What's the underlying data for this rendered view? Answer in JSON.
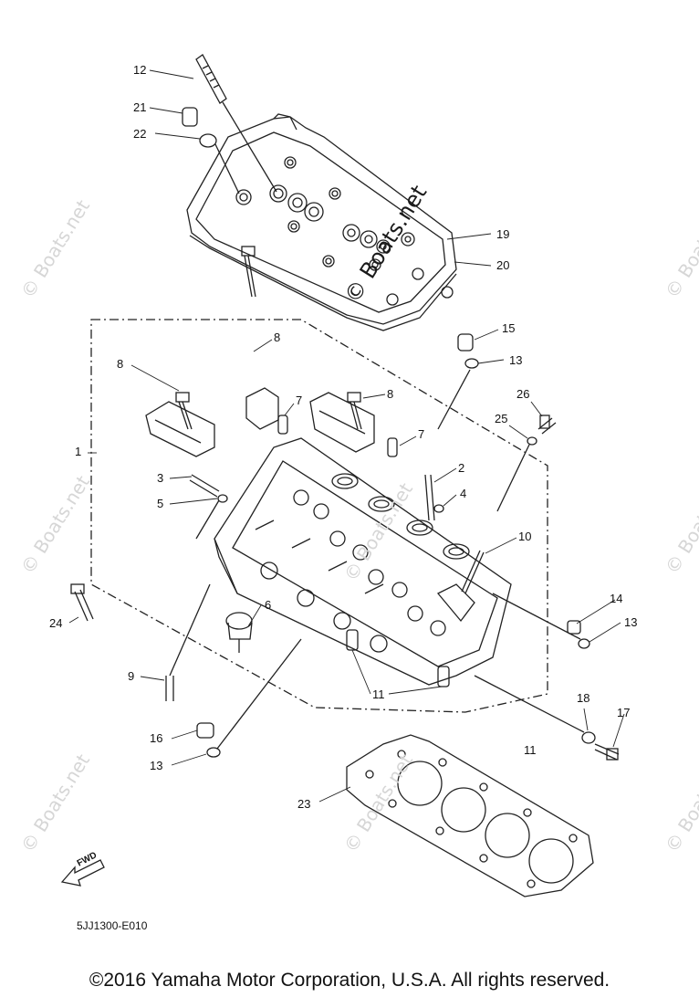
{
  "watermark": "© Boats.net",
  "center_watermark": "© Boats.net",
  "callouts": [
    {
      "id": "c12",
      "label": "12"
    },
    {
      "id": "c21",
      "label": "21"
    },
    {
      "id": "c22",
      "label": "22"
    },
    {
      "id": "c19",
      "label": "19"
    },
    {
      "id": "c20",
      "label": "20"
    },
    {
      "id": "c15",
      "label": "15"
    },
    {
      "id": "c13a",
      "label": "13"
    },
    {
      "id": "c8a",
      "label": "8"
    },
    {
      "id": "c8b",
      "label": "8"
    },
    {
      "id": "c8c",
      "label": "8"
    },
    {
      "id": "c7a",
      "label": "7"
    },
    {
      "id": "c7b",
      "label": "7"
    },
    {
      "id": "c26",
      "label": "26"
    },
    {
      "id": "c25",
      "label": "25"
    },
    {
      "id": "c1",
      "label": "1"
    },
    {
      "id": "c3",
      "label": "3"
    },
    {
      "id": "c2",
      "label": "2"
    },
    {
      "id": "c5",
      "label": "5"
    },
    {
      "id": "c4",
      "label": "4"
    },
    {
      "id": "c10",
      "label": "10"
    },
    {
      "id": "c6",
      "label": "6"
    },
    {
      "id": "c24",
      "label": "24"
    },
    {
      "id": "c14",
      "label": "14"
    },
    {
      "id": "c13b",
      "label": "13"
    },
    {
      "id": "c9",
      "label": "9"
    },
    {
      "id": "c11a",
      "label": "11"
    },
    {
      "id": "c18",
      "label": "18"
    },
    {
      "id": "c17",
      "label": "17"
    },
    {
      "id": "c16",
      "label": "16"
    },
    {
      "id": "c13c",
      "label": "13"
    },
    {
      "id": "c11b",
      "label": "11"
    },
    {
      "id": "c23",
      "label": "23"
    }
  ],
  "fwd_label": "FWD",
  "diagram_code": "5JJ1300-E010",
  "copyright": "©2016 Yamaha Motor Corporation, U.S.A. All rights reserved."
}
